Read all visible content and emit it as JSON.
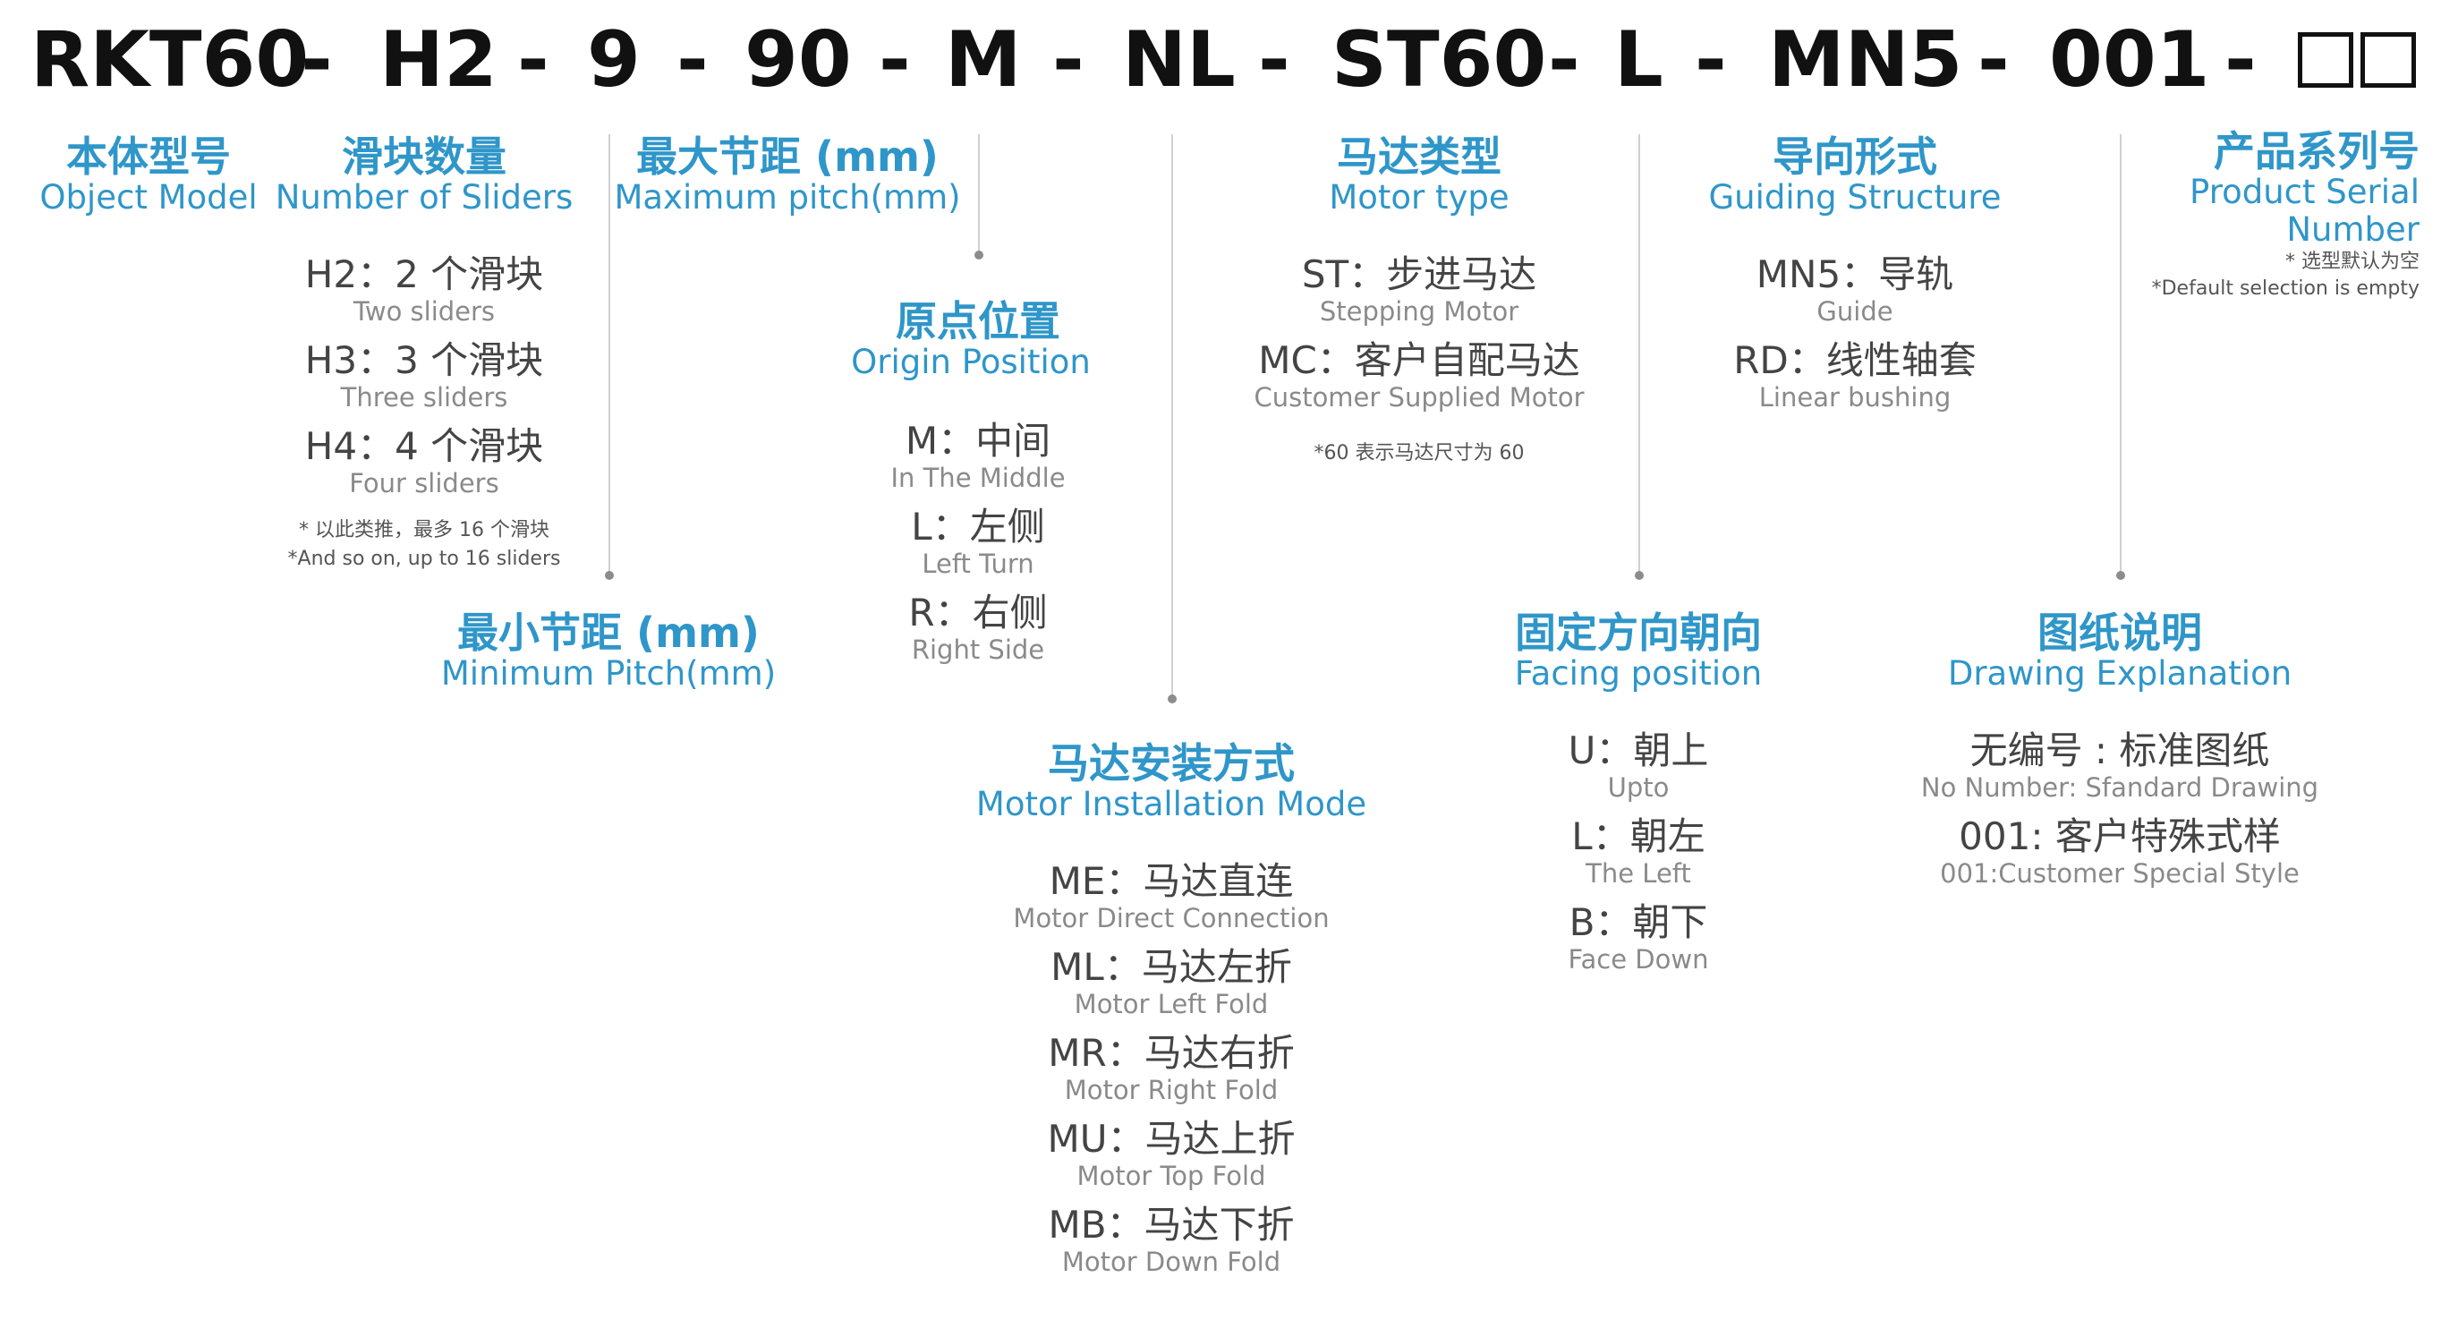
{
  "code": {
    "segments": [
      "RKT60",
      "H2",
      "9",
      "90",
      "M",
      "NL",
      "ST60",
      "L",
      "MN5",
      "001"
    ],
    "separator": "-"
  },
  "fields": {
    "object_model": {
      "cn": "本体型号",
      "en": "Object Model"
    },
    "sliders": {
      "cn": "滑块数量",
      "en": "Number of Sliders",
      "options": [
        {
          "code": "H2：2 个滑块",
          "sub": "Two sliders"
        },
        {
          "code": "H3：3 个滑块",
          "sub": "Three sliders"
        },
        {
          "code": "H4：4 个滑块",
          "sub": "Four sliders"
        }
      ],
      "note_cn": "* 以此类推，最多 16 个滑块",
      "note_en": "*And so on, up to 16 sliders"
    },
    "min_pitch": {
      "cn": "最小节距 (mm)",
      "en": "Minimum Pitch(mm)"
    },
    "max_pitch": {
      "cn": "最大节距 (mm)",
      "en": "Maximum pitch(mm)"
    },
    "origin": {
      "cn": "原点位置",
      "en": "Origin Position",
      "options": [
        {
          "code": "M：中间",
          "sub": "In The Middle"
        },
        {
          "code": "L：左侧",
          "sub": "Left Turn"
        },
        {
          "code": "R：右侧",
          "sub": "Right Side"
        }
      ]
    },
    "motor_install": {
      "cn": "马达安装方式",
      "en": "Motor Installation Mode",
      "options": [
        {
          "code": "ME：马达直连",
          "sub": "Motor Direct Connection"
        },
        {
          "code": "ML：马达左折",
          "sub": "Motor Left Fold"
        },
        {
          "code": "MR：马达右折",
          "sub": "Motor Right Fold"
        },
        {
          "code": "MU：马达上折",
          "sub": "Motor Top Fold"
        },
        {
          "code": "MB：马达下折",
          "sub": "Motor Down Fold"
        }
      ]
    },
    "motor_type": {
      "cn": "马达类型",
      "en": "Motor type",
      "options": [
        {
          "code": "ST：步进马达",
          "sub": "Stepping Motor"
        },
        {
          "code": "MC：客户自配马达",
          "sub": "Customer Supplied Motor"
        }
      ],
      "note": "*60 表示马达尺寸为 60"
    },
    "facing": {
      "cn": "固定方向朝向",
      "en": "Facing position",
      "options": [
        {
          "code": "U：朝上",
          "sub": "Upto"
        },
        {
          "code": "L：朝左",
          "sub": "The Left"
        },
        {
          "code": "B：朝下",
          "sub": "Face Down"
        }
      ]
    },
    "guiding": {
      "cn": "导向形式",
      "en": "Guiding Structure",
      "options": [
        {
          "code": "MN5：导轨",
          "sub": "Guide"
        },
        {
          "code": "RD：线性轴套",
          "sub": "Linear bushing"
        }
      ]
    },
    "drawing": {
      "cn": "图纸说明",
      "en": "Drawing Explanation",
      "options": [
        {
          "code": "无编号 : 标准图纸",
          "sub": "No Number: Sfandard Drawing"
        },
        {
          "code": "001: 客户特殊式样",
          "sub": "001:Customer Special Style"
        }
      ]
    },
    "serial": {
      "cn": "产品系列号",
      "en_line1": "Product Serial",
      "en_line2": "Number",
      "note_cn": "* 选型默认为空",
      "note_en": "*Default selection is empty"
    }
  },
  "colors": {
    "accent": "#2f96c9",
    "line": "#d0d0d0",
    "dot": "#8c8c8c",
    "text": "#111111"
  }
}
